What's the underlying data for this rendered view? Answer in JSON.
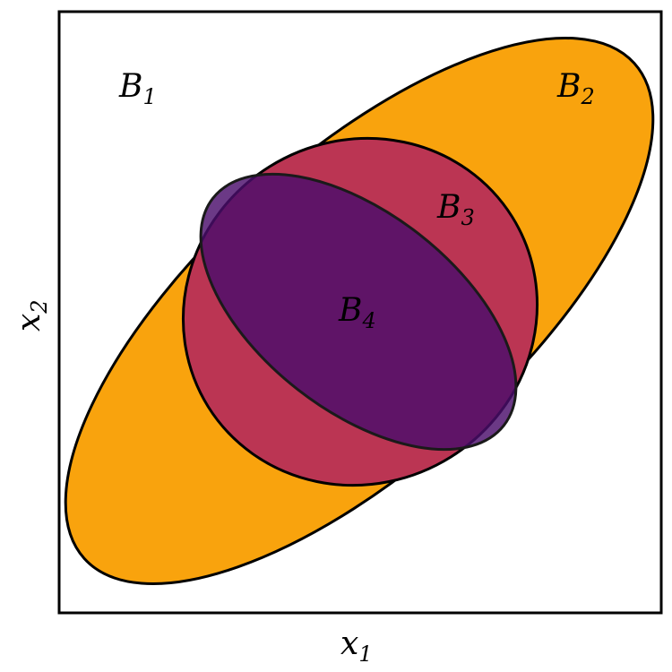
{
  "axes": {
    "x_label": {
      "base": "x",
      "sub": "1"
    },
    "y_label": {
      "base": "x",
      "sub": "2"
    }
  },
  "regions": [
    {
      "id": "B1",
      "base": "B",
      "sub": "1",
      "fill": "#ffffff"
    },
    {
      "id": "B2",
      "base": "B",
      "sub": "2",
      "fill": "#f9a30d"
    },
    {
      "id": "B3",
      "base": "B",
      "sub": "3",
      "fill": "#bb3553"
    },
    {
      "id": "B4",
      "base": "B",
      "sub": "4",
      "fill": "#4a0e6b"
    }
  ],
  "colors": {
    "outline": "#000000",
    "background": "#ffffff"
  }
}
